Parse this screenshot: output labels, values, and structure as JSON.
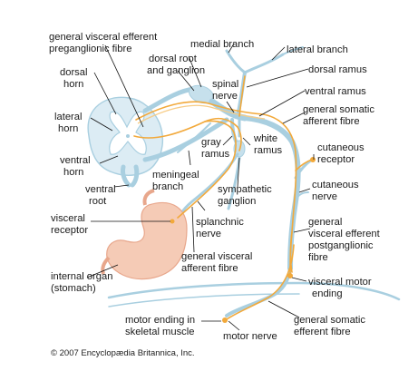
{
  "labels": {
    "gve_pre_1": "general visceral efferent",
    "gve_pre_2": "preganglionic fibre",
    "medial_branch": "medial branch",
    "lateral_branch": "lateral branch",
    "dorsal_root_1": "dorsal root",
    "dorsal_root_2": "and ganglion",
    "dorsal_ramus": "dorsal ramus",
    "dorsal_horn_1": "dorsal",
    "dorsal_horn_2": "horn",
    "spinal_nerve_1": "spinal",
    "spinal_nerve_2": "nerve",
    "ventral_ramus": "ventral ramus",
    "lateral_horn_1": "lateral",
    "lateral_horn_2": "horn",
    "gsa_1": "general somatic",
    "gsa_2": "afferent fibre",
    "gray_ramus_1": "gray",
    "gray_ramus_2": "ramus",
    "white_ramus_1": "white",
    "white_ramus_2": "ramus",
    "ventral_horn_1": "ventral",
    "ventral_horn_2": "horn",
    "cut_receptor_1": "cutaneous",
    "cut_receptor_2": "receptor",
    "meningeal_1": "meningeal",
    "meningeal_2": "branch",
    "symp_ganglion_1": "sympathetic",
    "symp_ganglion_2": "ganglion",
    "ventral_root_1": "ventral",
    "ventral_root_2": "root",
    "cut_nerve_1": "cutaneous",
    "cut_nerve_2": "nerve",
    "visceral_receptor_1": "visceral",
    "visceral_receptor_2": "receptor",
    "splanchnic_1": "splanchnic",
    "splanchnic_2": "nerve",
    "gve_post_1": "general",
    "gve_post_2": "visceral efferent",
    "gve_post_3": "postganglionic",
    "gve_post_4": "fibre",
    "gva_1": "general visceral",
    "gva_2": "afferent fibre",
    "internal_organ_1": "internal organ",
    "internal_organ_2": "(stomach)",
    "visc_motor_1": "visceral motor",
    "visc_motor_2": "ending",
    "motor_ending_1": "motor ending in",
    "motor_ending_2": "skeletal muscle",
    "motor_nerve": "motor nerve",
    "gse_1": "general somatic",
    "gse_2": "efferent fibre"
  },
  "copyright": "© 2007 Encyclopædia Britannica, Inc.",
  "colors": {
    "nerve": "#a9cfe0",
    "fibre": "#f2a93b",
    "spinal_cord": "#dcecf4",
    "stomach": "#f5cbb6"
  }
}
